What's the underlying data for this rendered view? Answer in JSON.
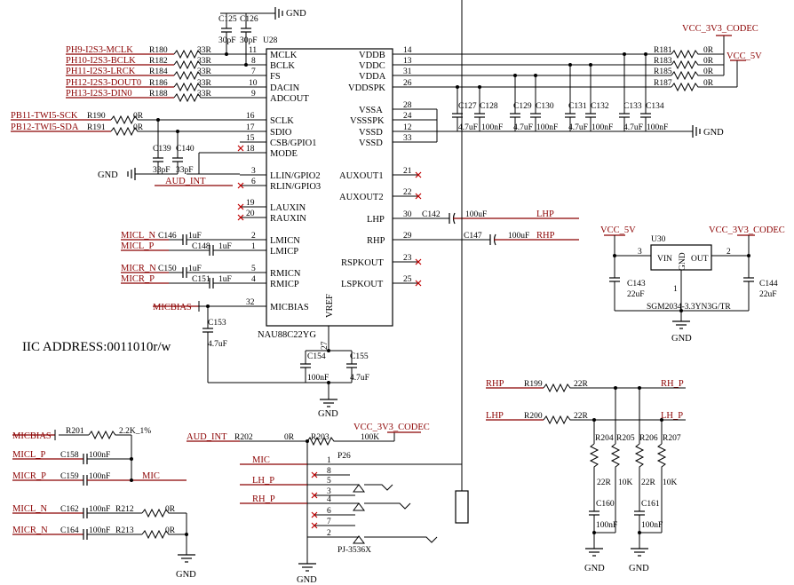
{
  "title": "",
  "codec": {
    "ref": "U28",
    "part": "NAU88C22YG",
    "vref_label": "VREF",
    "left_pins": [
      {
        "num": "11",
        "name": "MCLK"
      },
      {
        "num": "8",
        "name": "BCLK"
      },
      {
        "num": "7",
        "name": "FS"
      },
      {
        "num": "10",
        "name": "DACIN"
      },
      {
        "num": "9",
        "name": "ADCOUT"
      },
      {
        "num": "16",
        "name": "SCLK"
      },
      {
        "num": "17",
        "name": "SDIO"
      },
      {
        "num": "15",
        "name": "CSB/GPIO1"
      },
      {
        "num": "18",
        "name": "MODE"
      },
      {
        "num": "3",
        "name": "LLIN/GPIO2"
      },
      {
        "num": "6",
        "name": "RLIN/GPIO3"
      },
      {
        "num": "19",
        "name": "LAUXIN"
      },
      {
        "num": "20",
        "name": "RAUXIN"
      },
      {
        "num": "2",
        "name": "LMICN"
      },
      {
        "num": "1",
        "name": "LMICP"
      },
      {
        "num": "5",
        "name": "RMICN"
      },
      {
        "num": "4",
        "name": "RMICP"
      },
      {
        "num": "32",
        "name": "MICBIAS"
      }
    ],
    "right_pins": [
      {
        "num": "14",
        "name": "VDDB"
      },
      {
        "num": "13",
        "name": "VDDC"
      },
      {
        "num": "31",
        "name": "VDDA"
      },
      {
        "num": "26",
        "name": "VDDSPK"
      },
      {
        "num": "28",
        "name": "VSSA"
      },
      {
        "num": "24",
        "name": "VSSSPK"
      },
      {
        "num": "12",
        "name": "VSSD"
      },
      {
        "num": "33",
        "name": "VSSD"
      },
      {
        "num": "21",
        "name": "AUXOUT1"
      },
      {
        "num": "22",
        "name": "AUXOUT2"
      },
      {
        "num": "30",
        "name": "LHP"
      },
      {
        "num": "29",
        "name": "RHP"
      },
      {
        "num": "23",
        "name": "RSPKOUT"
      },
      {
        "num": "25",
        "name": "LSPKOUT"
      }
    ],
    "bottom_pin": "27"
  },
  "nets": {
    "i2s": [
      "PH9-I2S3-MCLK",
      "PH10-I2S3-BCLK",
      "PH11-I2S3-LRCK",
      "PH12-I2S3-DOUT0",
      "PH13-I2S3-DIN0"
    ],
    "i2s_res": [
      "R180",
      "R182",
      "R184",
      "R186",
      "R188"
    ],
    "i2s_val": "33R",
    "twi": [
      "PB11-TWI5-SCK",
      "PB12-TWI5-SDA"
    ],
    "twi_res": [
      "R190",
      "R191"
    ],
    "twi_val": "0R",
    "vcc_codec": "VCC_3V3_CODEC",
    "vcc_5v": "VCC_5V",
    "gnd": "GND",
    "aud_int": "AUD_INT",
    "micl_n": "MICL_N",
    "micl_p": "MICL_P",
    "micr_n": "MICR_N",
    "micr_p": "MICR_P",
    "micbias": "MICBIAS",
    "lhp": "LHP",
    "rhp": "RHP",
    "mic": "MIC",
    "lh_p": "LH_P",
    "rh_p": "RH_P"
  },
  "parts": {
    "C125": "C125",
    "C126": "C126",
    "v30pf": "30pF",
    "R181": "R181",
    "R183": "R183",
    "R185": "R185",
    "R187": "R187",
    "v0r": "0R",
    "C127": "C127",
    "C128": "C128",
    "C129": "C129",
    "C130": "C130",
    "C131": "C131",
    "C132": "C132",
    "C133": "C133",
    "C134": "C134",
    "v47": "4.7uF",
    "v100n": "100nF",
    "C139": "C139",
    "C140": "C140",
    "v33pf": "33pF",
    "C146": "C146",
    "C148": "C148",
    "C150": "C150",
    "C151": "C151",
    "v1uf": "1uF",
    "C153": "C153",
    "C154": "C154",
    "C155": "C155",
    "C142": "C142",
    "C147": "C147",
    "v100u": "100uF",
    "U30": "U30",
    "VIN": "VIN",
    "OUT": "OUT",
    "GND_pin": "GND",
    "reg_part": "SGM2034-3.3YN3G/TR",
    "C143": "C143",
    "C144": "C144",
    "v22u": "22uF",
    "R199": "R199",
    "R200": "R200",
    "v22r": "22R",
    "R204": "R204",
    "R205": "R205",
    "R206": "R206",
    "R207": "R207",
    "v10k": "10K",
    "C160": "C160",
    "C161": "C161",
    "R201": "R201",
    "v22k": "2.2K_1%",
    "C158": "C158",
    "C159": "C159",
    "C162": "C162",
    "C164": "C164",
    "R212": "R212",
    "R213": "R213",
    "R202": "R202",
    "R203": "R203",
    "v100k": "100K",
    "P26": "P26",
    "jack": "PJ-3536X"
  },
  "iic_address": "IIC ADDRESS:0011010r/w",
  "jack_pins": [
    "1",
    "8",
    "5",
    "3",
    "4",
    "6",
    "7",
    "2"
  ]
}
